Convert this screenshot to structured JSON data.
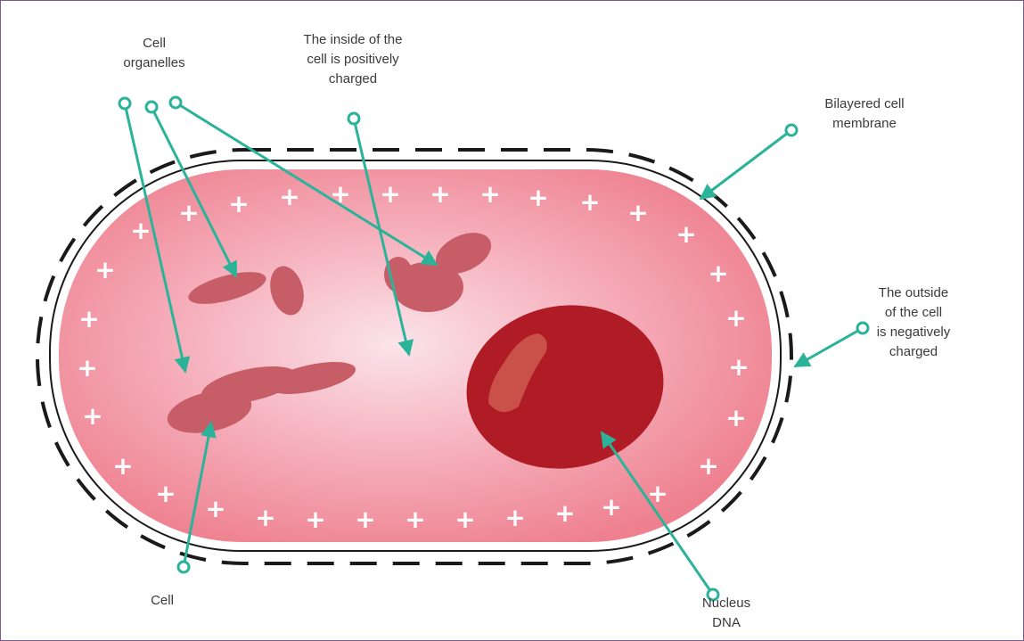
{
  "labels": {
    "organelles": [
      "Cell",
      "organelles"
    ],
    "inside": [
      "The inside of the",
      "cell is positively",
      "charged"
    ],
    "membrane": [
      "Bilayered cell",
      "membrane"
    ],
    "outside": [
      "The outside",
      "of the cell",
      "is negatively",
      "charged"
    ],
    "cell": [
      "Cell"
    ],
    "nucleus": [
      "Nucleus",
      "DNA"
    ]
  },
  "colors": {
    "pointer": "#2bb39a",
    "cytoplasm_edge": "#ee7f8e",
    "cytoplasm_center": "#fbe3ea",
    "organelle": "#c65d67",
    "nucleus": "#b01c25",
    "nucleus_highlight": "#cf5a50",
    "membrane": "#1a1a1a",
    "charge_sign": "#ffffff"
  }
}
